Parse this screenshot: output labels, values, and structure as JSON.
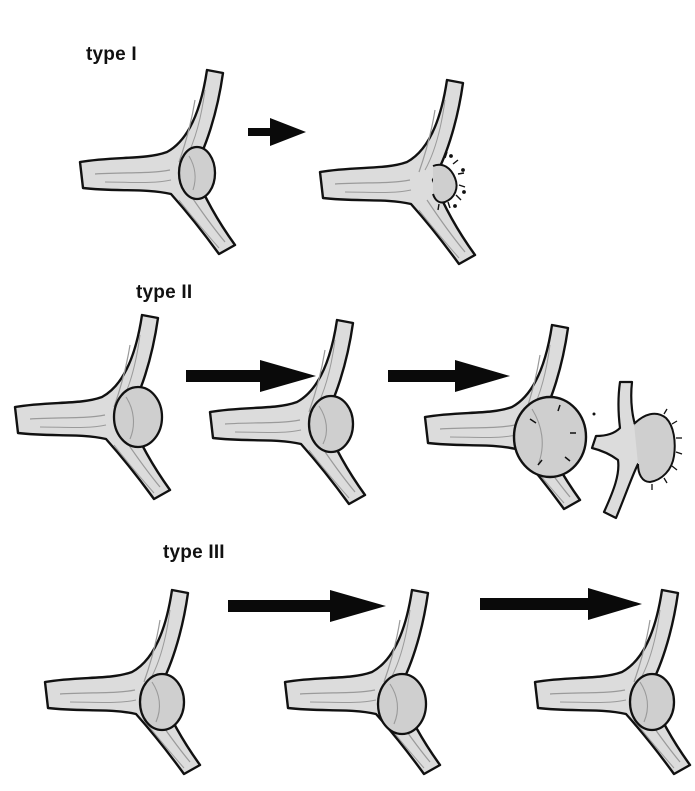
{
  "rows": [
    {
      "label": "type I"
    },
    {
      "label": "type II"
    },
    {
      "label": "type III"
    }
  ],
  "colors": {
    "ink": "#111111",
    "vessel_fill": "#dcdcdc",
    "aneurysm_fill": "#cfcfcf",
    "shade": "#9a9a9a",
    "arrow": "#0a0a0a"
  },
  "icons": {
    "arrow": "right-arrow-icon",
    "vessel": "vessel-bifurcation",
    "aneurysm": "aneurysm-sac",
    "clip": "clip-marks"
  }
}
